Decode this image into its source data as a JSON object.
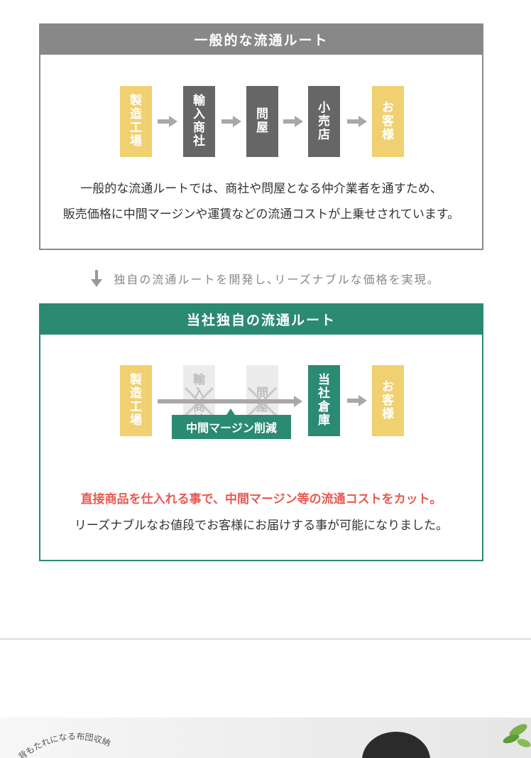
{
  "general": {
    "header": "一般的な流通ルート",
    "steps": [
      "製造工場",
      "輸入商社",
      "問屋",
      "小売店",
      "お客様"
    ],
    "desc_line1": "一般的な流通ルートでは、商社や問屋となる仲介業者を通すため、",
    "desc_line2": "販売価格に中間マージンや運賃などの流通コストが上乗せされています。"
  },
  "transition": {
    "text": "独自の流通ルートを開発し､リーズナブルな価格を実現。"
  },
  "own": {
    "header": "当社独自の流通ルート",
    "steps": [
      "製造工場",
      "輸入商社",
      "問屋",
      "当社倉庫",
      "お客様"
    ],
    "badge": "中間マージン削減",
    "highlight": "直接商品を仕入れる事で、中間マージン等の流通コストをカット。",
    "desc": "リーズナブルなお値段でお客様にお届けする事が可能になりました。"
  },
  "photo": {
    "curved_caption": "背もたれになる布団収納"
  },
  "colors": {
    "gray_header": "#888888",
    "green": "#2a8a72",
    "yellow": "#f0d070",
    "dark_box": "#666666",
    "accent_red": "#e85a50"
  }
}
